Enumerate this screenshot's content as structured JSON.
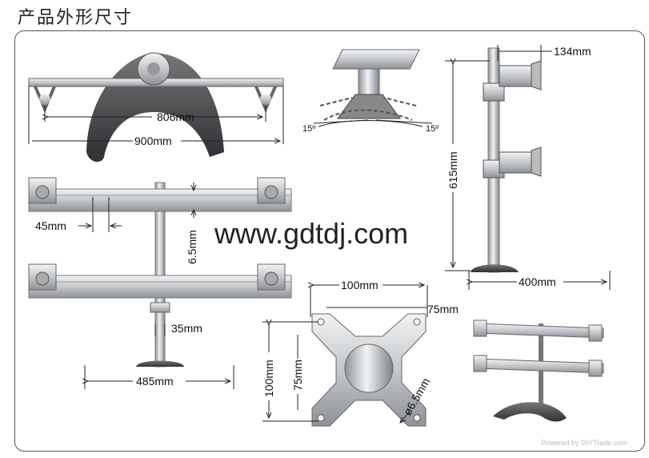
{
  "title": "产品外形尺寸",
  "watermark": "www.gdtdj.com",
  "credit": "Powered by DIYTrade.com",
  "dimensions": {
    "d806": "806mm",
    "d900": "900mm",
    "d45": "45mm",
    "d6_5": "6.5mm",
    "d35": "35mm",
    "d485": "485mm",
    "d134": "134mm",
    "d615": "615mm",
    "d400": "400mm",
    "angle_left": "15º",
    "angle_right": "15º",
    "vesa_w": "100mm",
    "vesa_w2": "75mm",
    "vesa_h": "100mm",
    "vesa_h2": "75mm",
    "hole": "ø6.5mm"
  },
  "colors": {
    "metal": "#c9ccd0",
    "dark": "#4a4d52",
    "line": "#222222"
  }
}
